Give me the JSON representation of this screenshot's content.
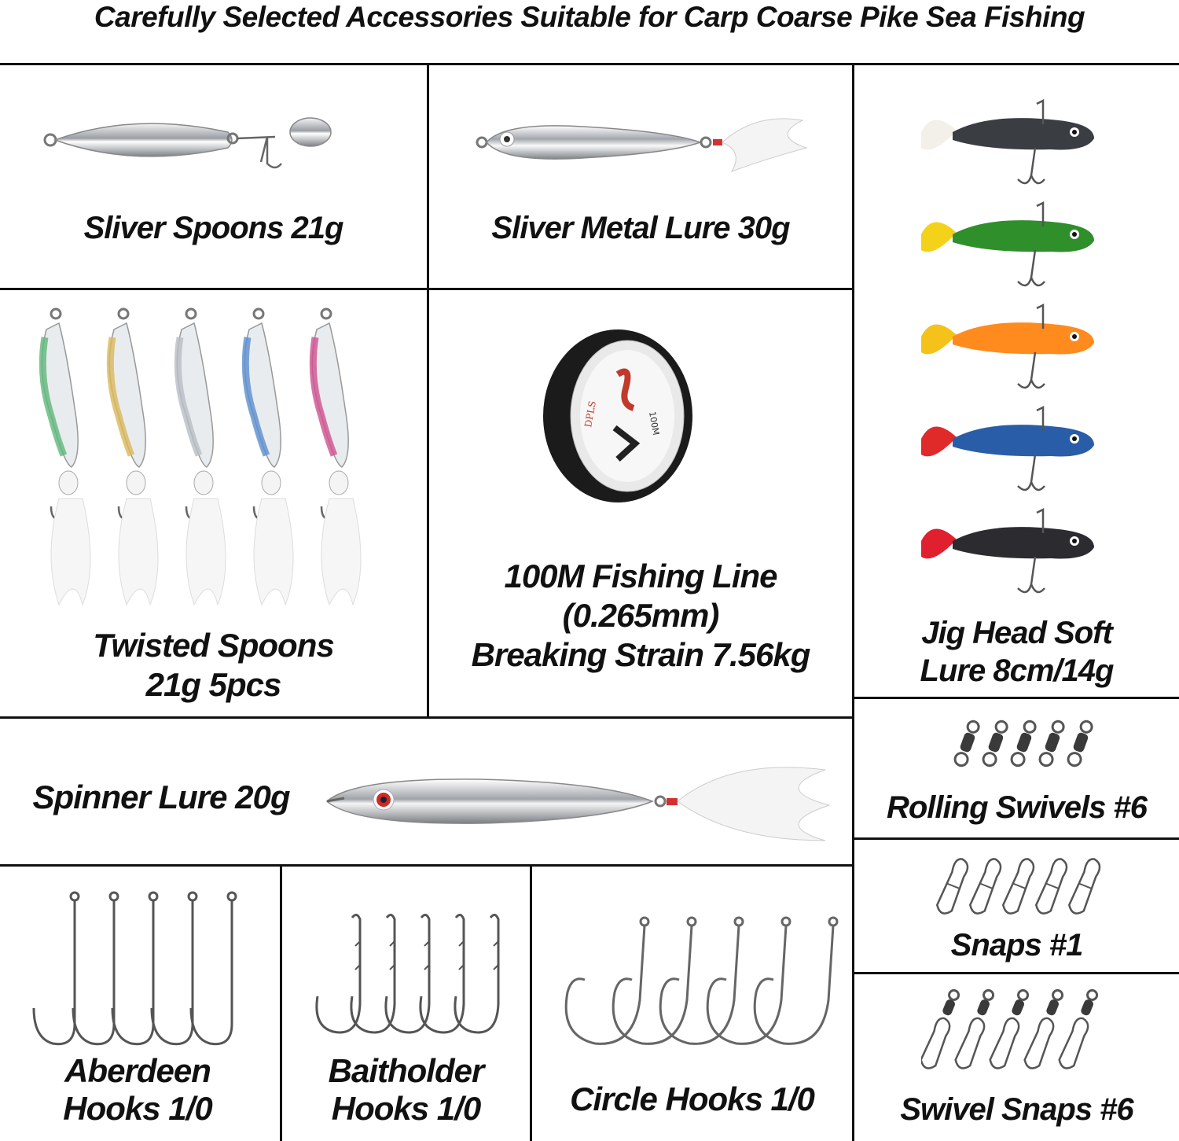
{
  "headline": "Carefully Selected Accessories Suitable for Carp Coarse Pike Sea Fishing",
  "items": {
    "sliver_spoons": {
      "label": "Sliver Spoons 21g"
    },
    "sliver_metal_lure": {
      "label": "Sliver Metal Lure 30g"
    },
    "jig_head": {
      "label_line1": "Jig Head Soft",
      "label_line2": "Lure 8cm/14g"
    },
    "twisted_spoons": {
      "label_line1": "Twisted Spoons",
      "label_line2": "21g 5pcs"
    },
    "fishing_line": {
      "label_line1": "100M Fishing Line",
      "label_line2": "(0.265mm)",
      "label_line3": "Breaking Strain 7.56kg",
      "spool_brand": "DPLS",
      "spool_length": "100M"
    },
    "spinner_lure": {
      "label": "Spinner Lure 20g"
    },
    "rolling_swivels": {
      "label": "Rolling Swivels #6"
    },
    "snaps": {
      "label": "Snaps #1"
    },
    "swivel_snaps": {
      "label": "Swivel Snaps #6"
    },
    "aberdeen_hooks": {
      "label_line1": "Aberdeen",
      "label_line2": "Hooks 1/0"
    },
    "baitholder_hooks": {
      "label_line1": "Baitholder",
      "label_line2": "Hooks 1/0"
    },
    "circle_hooks": {
      "label": "Circle Hooks 1/0"
    }
  },
  "colors": {
    "border": "#111111",
    "soft_lure_bodies": [
      "#3a3d42",
      "#2f8f2a",
      "#ff8a1e",
      "#2a5da8",
      "#2b2b30"
    ],
    "soft_lure_tails": [
      "#f2f0e8",
      "#f4d21a",
      "#f5c21a",
      "#e02a2a",
      "#e0202f"
    ],
    "spoon_stripes": [
      "#5fb87a",
      "#d9b85a",
      "#b8bec6",
      "#5a8fd0",
      "#d0508f"
    ]
  }
}
